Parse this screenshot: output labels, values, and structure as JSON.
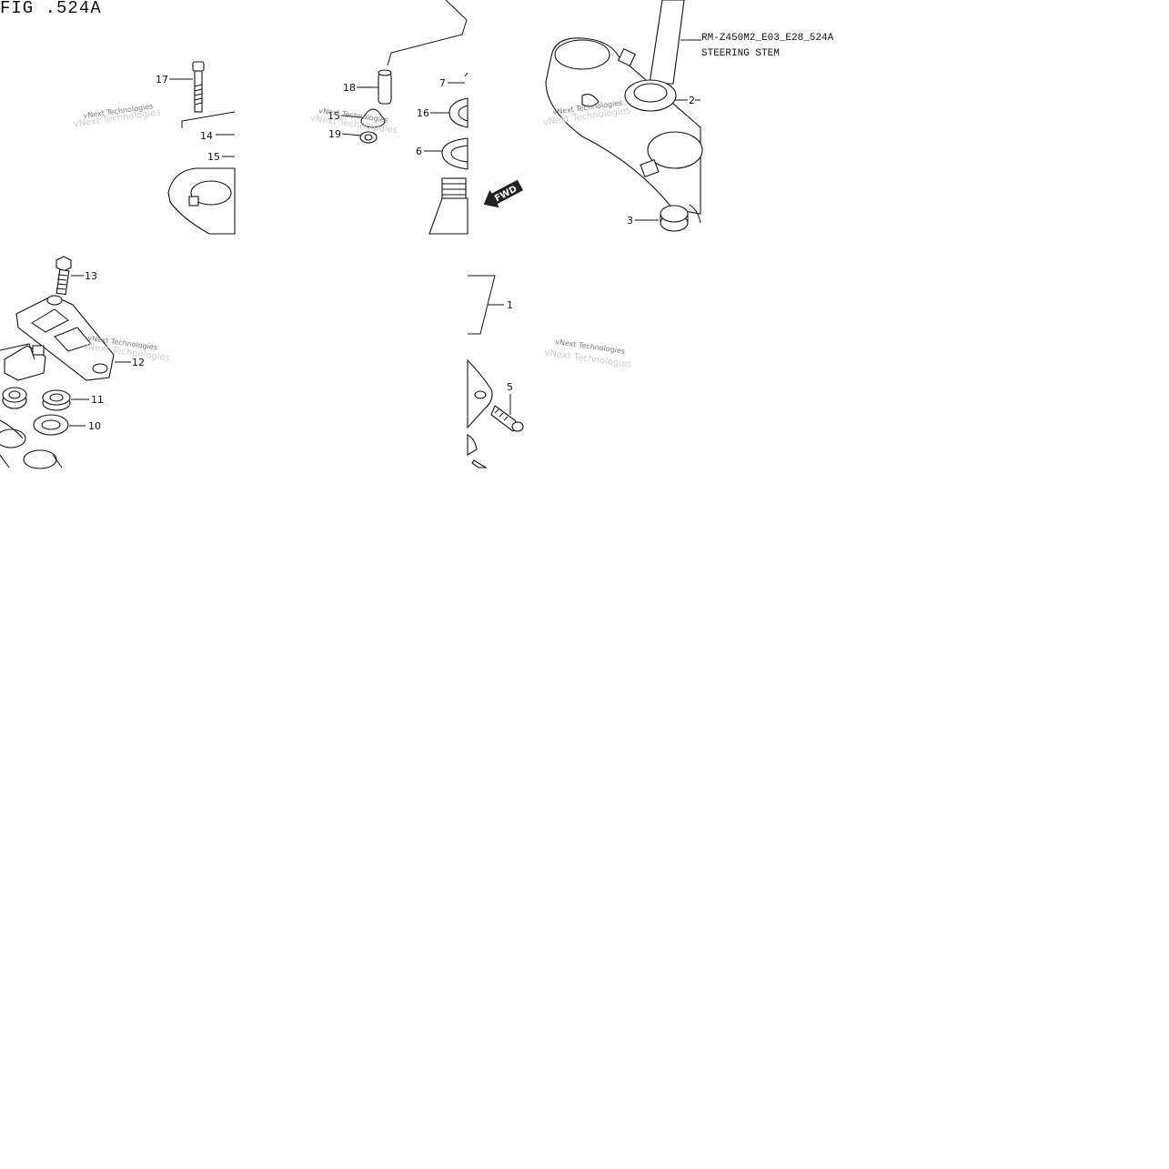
{
  "figure": {
    "title": "FIG .524A",
    "ref_code": "RM-Z450M2_E03_E28_524A",
    "ref_name": "STEERING STEM"
  },
  "direction_arrow": {
    "label": "FWD"
  },
  "watermark": "vNext Technologies",
  "callouts": [
    {
      "num": "17"
    },
    {
      "num": "14"
    },
    {
      "num": "15"
    },
    {
      "num": "18"
    },
    {
      "num": "15"
    },
    {
      "num": "19"
    },
    {
      "num": "7"
    },
    {
      "num": "16"
    },
    {
      "num": "6"
    },
    {
      "num": "2"
    },
    {
      "num": "3"
    },
    {
      "num": "13"
    },
    {
      "num": "12"
    },
    {
      "num": "11"
    },
    {
      "num": "10"
    },
    {
      "num": "1"
    },
    {
      "num": "5"
    }
  ]
}
